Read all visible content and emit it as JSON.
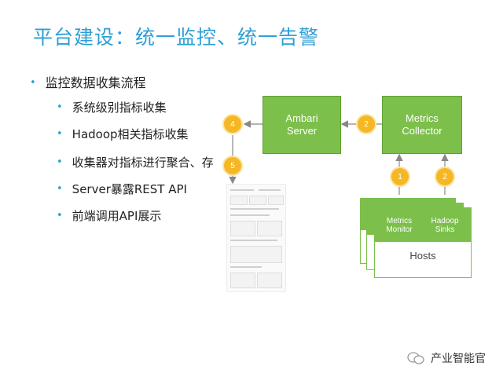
{
  "title": "平台建设：统一监控、统一告警",
  "bullets": {
    "main": "监控数据收集流程",
    "sub": [
      "系统级别指标收集",
      "Hadoop相关指标收集",
      "收集器对指标进行聚合、存",
      "Server暴露REST API",
      "前端调用API展示"
    ]
  },
  "diagram": {
    "ambari_server": "Ambari\nServer",
    "metrics_collector": "Metrics\nCollector",
    "metrics_monitor": "Metrics\nMonitor",
    "hadoop_sinks": "Hadoop\nSinks",
    "hosts": "Hosts",
    "steps": [
      "1",
      "2",
      "2",
      "4",
      "5"
    ],
    "colors": {
      "box": "#7cbf4b",
      "step": "#f5b824",
      "title": "#2e9fd6"
    }
  },
  "watermark": "产业智能官"
}
